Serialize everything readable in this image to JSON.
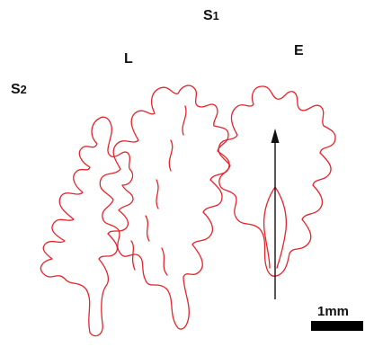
{
  "labels": {
    "s1": {
      "letter": "S",
      "sub": "1"
    },
    "l": {
      "letter": "L"
    },
    "e": {
      "letter": "E"
    },
    "s2": {
      "letter": "S",
      "sub": "2"
    }
  },
  "scale_bar": {
    "text": "1mm"
  },
  "colors": {
    "outline": "#e5242c",
    "arrow": "#111111",
    "scale_bar": "#000000"
  }
}
